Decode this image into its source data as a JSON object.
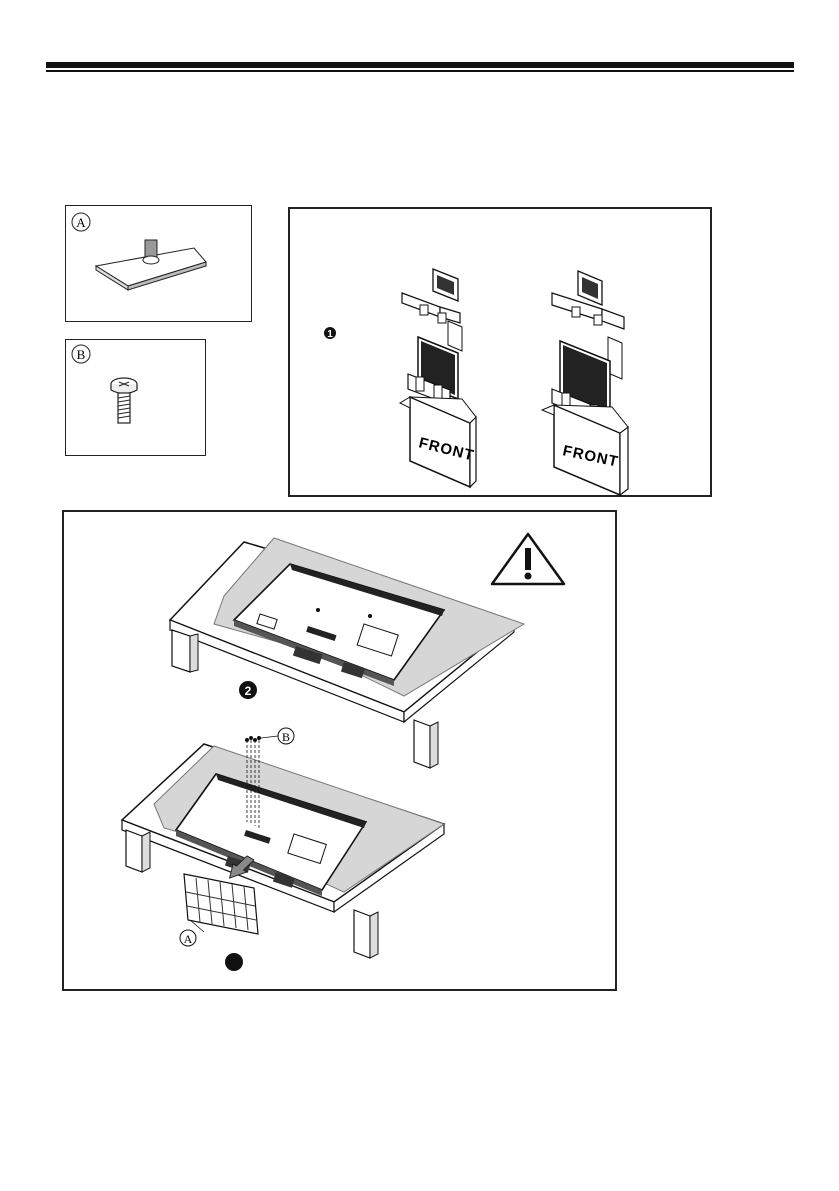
{
  "parts": {
    "stand_label": "A",
    "screw_label": "B"
  },
  "unpack": {
    "step_number": "1",
    "box_front_left": "FRONT",
    "box_front_right": "FRONT"
  },
  "install": {
    "step2_number": "2",
    "step3_number": "",
    "label_a": "A",
    "label_b": "B",
    "warning_icon": "warning-triangle-icon"
  }
}
